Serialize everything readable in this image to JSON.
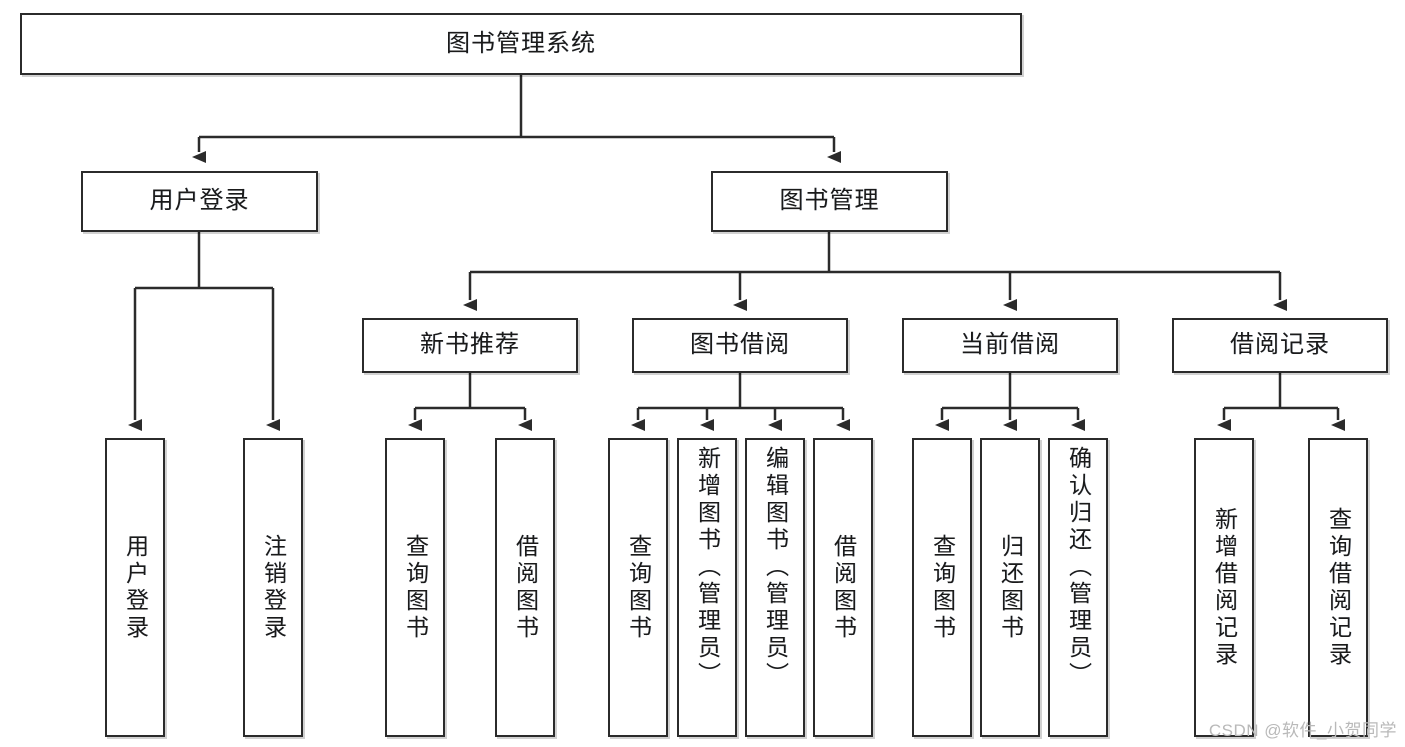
{
  "diagram": {
    "type": "tree-hierarchy",
    "title": "图书管理系统",
    "root": {
      "id": "root",
      "label": "图书管理系统"
    },
    "level1": [
      {
        "id": "user-login",
        "label": "用户登录"
      },
      {
        "id": "book-manage",
        "label": "图书管理"
      }
    ],
    "level2": [
      {
        "id": "new-book-rec",
        "label": "新书推荐",
        "parent": "book-manage"
      },
      {
        "id": "book-borrow",
        "label": "图书借阅",
        "parent": "book-manage"
      },
      {
        "id": "current-borrow",
        "label": "当前借阅",
        "parent": "book-manage"
      },
      {
        "id": "borrow-record",
        "label": "借阅记录",
        "parent": "book-manage"
      }
    ],
    "leaves": {
      "user-login": [
        {
          "id": "leaf-user-login",
          "label": "用户登录"
        },
        {
          "id": "leaf-user-logout",
          "label": "注销登录"
        }
      ],
      "new-book-rec": [
        {
          "id": "leaf-query-book-1",
          "label": "查询图书"
        },
        {
          "id": "leaf-borrow-book-1",
          "label": "借阅图书"
        }
      ],
      "book-borrow": [
        {
          "id": "leaf-query-book-2",
          "label": "查询图书"
        },
        {
          "id": "leaf-add-book",
          "label": "新增图书（管理员）"
        },
        {
          "id": "leaf-edit-book",
          "label": "编辑图书（管理员）"
        },
        {
          "id": "leaf-borrow-book-2",
          "label": "借阅图书"
        }
      ],
      "current-borrow": [
        {
          "id": "leaf-query-book-3",
          "label": "查询图书"
        },
        {
          "id": "leaf-return-book",
          "label": "归还图书"
        },
        {
          "id": "leaf-confirm-return",
          "label": "确认归还（管理员）"
        }
      ],
      "borrow-record": [
        {
          "id": "leaf-add-record",
          "label": "新增借阅记录"
        },
        {
          "id": "leaf-query-record",
          "label": "查询借阅记录"
        }
      ]
    },
    "colors": {
      "stroke": "#2b2b2b",
      "fill": "#ffffff",
      "text": "#1a1a1a",
      "watermark": "#b9b9b9"
    }
  },
  "watermark": {
    "text": "CSDN @软件_小贺同学"
  }
}
